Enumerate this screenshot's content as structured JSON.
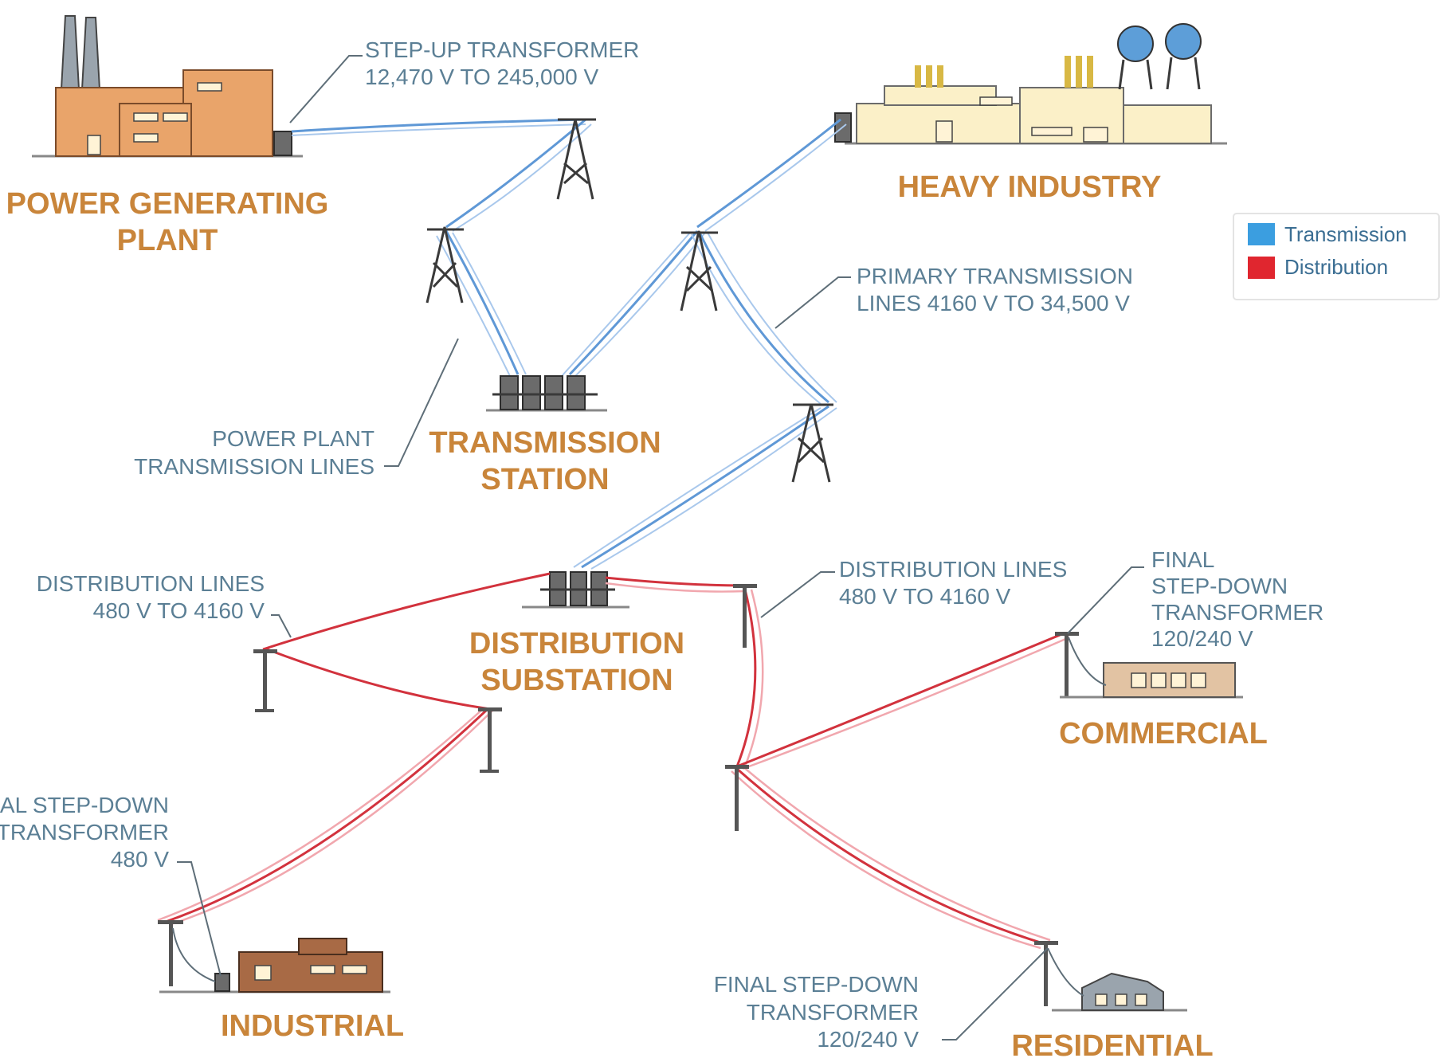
{
  "labels": {
    "power_plant": [
      "POWER GENERATING",
      "PLANT"
    ],
    "heavy_industry": "HEAVY INDUSTRY",
    "transmission_station": [
      "TRANSMISSION",
      "STATION"
    ],
    "distribution_substation": [
      "DISTRIBUTION",
      "SUBSTATION"
    ],
    "commercial": "COMMERCIAL",
    "industrial": "INDUSTRIAL",
    "residential": "RESIDENTIAL"
  },
  "callouts": {
    "step_up": [
      "STEP-UP TRANSFORMER",
      "12,470 V TO 245,000 V"
    ],
    "primary_transmission": [
      "PRIMARY TRANSMISSION",
      "LINES 4160 V TO 34,500 V"
    ],
    "power_plant_lines": [
      "POWER PLANT",
      "TRANSMISSION LINES"
    ],
    "distribution_left": [
      "DISTRIBUTION LINES",
      "480 V TO 4160 V"
    ],
    "distribution_right": [
      "DISTRIBUTION LINES",
      "480 V TO 4160 V"
    ],
    "final_commercial": [
      "FINAL",
      "STEP-DOWN",
      "TRANSFORMER",
      "120/240 V"
    ],
    "final_industrial": [
      "AL STEP-DOWN",
      "TRANSFORMER",
      "480 V"
    ],
    "final_residential": [
      "FINAL STEP-DOWN",
      "TRANSFORMER",
      "120/240 V"
    ]
  },
  "legend": {
    "items": [
      {
        "label": "Transmission",
        "color": "#3b9ee0"
      },
      {
        "label": "Distribution",
        "color": "#e0262f"
      }
    ]
  },
  "colors": {
    "title": "#c9853a",
    "callout": "#5b7f95",
    "transmission": "#5f98d6",
    "distribution": "#d2323d"
  }
}
